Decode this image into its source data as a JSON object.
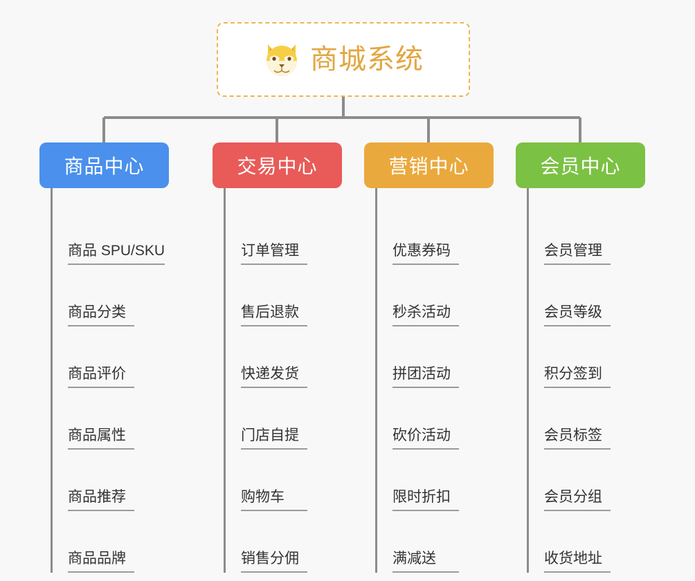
{
  "background_color": "#f8f8f8",
  "root": {
    "title": "商城系统",
    "icon": "shiba-dog-emoji",
    "border_color": "#ecb752",
    "text_color": "#e2a63f",
    "background": "#ffffff"
  },
  "connector_color": "#8c8c8c",
  "branches": [
    {
      "label": "商品中心",
      "color": "#4a90ec",
      "items": [
        "商品 SPU/SKU",
        "商品分类",
        "商品评价",
        "商品属性",
        "商品推荐",
        "商品品牌"
      ]
    },
    {
      "label": "交易中心",
      "color": "#e85b58",
      "items": [
        "订单管理",
        "售后退款",
        "快递发货",
        "门店自提",
        "购物车",
        "销售分佣"
      ]
    },
    {
      "label": "营销中心",
      "color": "#eaa93d",
      "items": [
        "优惠券码",
        "秒杀活动",
        "拼团活动",
        "砍价活动",
        "限时折扣",
        "满减送"
      ]
    },
    {
      "label": "会员中心",
      "color": "#7bc143",
      "items": [
        "会员管理",
        "会员等级",
        "积分签到",
        "会员标签",
        "会员分组",
        "收货地址"
      ]
    }
  ]
}
